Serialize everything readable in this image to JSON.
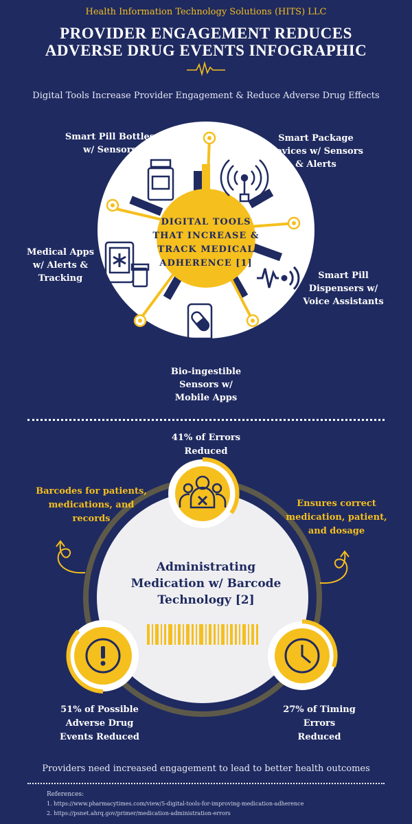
{
  "header": {
    "company": "Health Information Technology Solutions (HITS) LLC",
    "title_line1": "PROVIDER ENGAGEMENT REDUCES",
    "title_line2": "ADVERSE DRUG EVENTS INFOGRAPHIC",
    "subtitle": "Digital Tools Increase Provider Engagement & Reduce Adverse Drug Effects"
  },
  "tools_section": {
    "hub_line1": "DIGITAL TOOLS",
    "hub_line2": "THAT INCREASE &",
    "hub_line3": "TRACK MEDICAL",
    "hub_line4": "ADHERENCE [1]",
    "tools": {
      "pill_bottles": {
        "line1": "Smart Pill Bottles",
        "line2": "w/ Sensors",
        "icon": "pill-bottle-icon"
      },
      "package": {
        "line1": "Smart Package",
        "line2": "Devices w/ Sensors",
        "line3": "& Alerts",
        "icon": "signal-tower-icon"
      },
      "apps": {
        "line1": "Medical Apps",
        "line2": "w/ Alerts &",
        "line3": "Tracking",
        "icon": "tablet-medical-icon"
      },
      "dispensers": {
        "line1": "Smart Pill",
        "line2": "Dispensers w/",
        "line3": "Voice Assistants",
        "icon": "voice-wave-icon"
      },
      "ingestible": {
        "line1": "Bio-ingestible",
        "line2": "Sensors w/",
        "line3": "Mobile Apps",
        "icon": "phone-pill-icon"
      }
    }
  },
  "barcode_section": {
    "center_line1": "Administrating",
    "center_line2": "Medication w/ Barcode",
    "center_line3": "Technology [2]",
    "stat_errors": {
      "line1": "41% of Errors",
      "line2": "Reduced",
      "icon": "people-icon"
    },
    "stat_adverse": {
      "line1": "51% of Possible",
      "line2": "Adverse Drug",
      "line3": "Events Reduced",
      "icon": "exclamation-icon"
    },
    "stat_timing": {
      "line1": "27% of Timing",
      "line2": "Errors",
      "line3": "Reduced",
      "icon": "clock-icon"
    },
    "note_left": {
      "line1": "Barcodes for patients,",
      "line2": "medications, and",
      "line3": "records"
    },
    "note_right": {
      "line1": "Ensures correct",
      "line2": "medication, patient,",
      "line3": "and dosage"
    }
  },
  "footer": {
    "text": "Providers need increased engagement to lead to better health outcomes",
    "refs_title": "References:",
    "ref1": "1. https://www.pharmacytimes.com/view/5-digital-tools-for-improving-medication-adherence",
    "ref2": "2. https://psnet.ahrq.gov/primer/medication-administration-errors"
  },
  "colors": {
    "background": "#1f2a60",
    "accent": "#f5bf1e",
    "text": "#ffffff",
    "ring": "#5e5a4a"
  }
}
